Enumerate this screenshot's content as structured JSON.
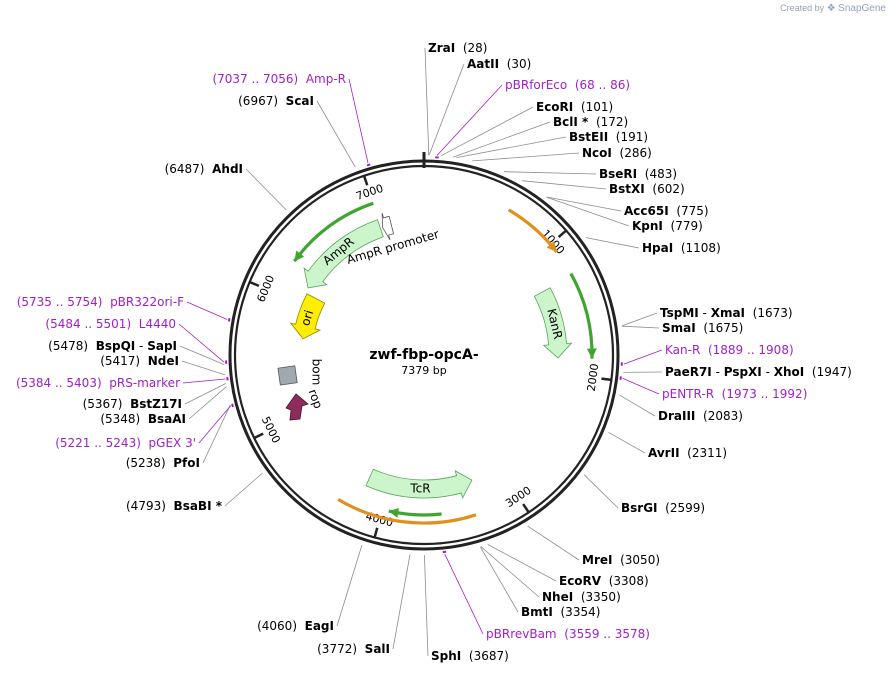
{
  "watermark": {
    "created_by": "Created by",
    "brand": "SnapGene"
  },
  "plasmid": {
    "name": "zwf-fbp-opcA-",
    "length": 7379,
    "length_label": "7379 bp"
  },
  "ticks": [
    {
      "label": "1000",
      "pos": 1000
    },
    {
      "label": "2000",
      "pos": 2000
    },
    {
      "label": "3000",
      "pos": 3000
    },
    {
      "label": "4000",
      "pos": 4000
    },
    {
      "label": "5000",
      "pos": 5000
    },
    {
      "label": "6000",
      "pos": 6000
    },
    {
      "label": "7000",
      "pos": 7000
    }
  ],
  "features": [
    {
      "name": "AmpR",
      "color": "#ccf5cc",
      "stroke": "#5aa35a",
      "start": 6150,
      "end": 6990,
      "direction": "ccw"
    },
    {
      "name": "AmpR promoter",
      "color": "#ffffff",
      "stroke": "#555555",
      "start": 7010,
      "end": 7090,
      "direction": "ccw"
    },
    {
      "name": "ori",
      "color": "#ffee00",
      "stroke": "#8a8a00",
      "start": 5690,
      "end": 6100,
      "direction": "ccw"
    },
    {
      "name": "KanR",
      "color": "#ccf5cc",
      "stroke": "#5aa35a",
      "start": 1270,
      "end": 1870,
      "direction": "cw"
    },
    {
      "name": "TcR",
      "color": "#ccf5cc",
      "stroke": "#5aa35a",
      "start": 3260,
      "end": 4180,
      "direction": "ccw"
    },
    {
      "name": "bom",
      "color": "#a0a8b0",
      "stroke": "#555555"
    },
    {
      "name": "rop",
      "color": "#8c2c5c",
      "stroke": "#4a1030"
    }
  ],
  "orange_arcs": [
    {
      "start": 620,
      "end": 1070,
      "direction": "cw",
      "color": "#e0901c"
    },
    {
      "start": 3320,
      "end": 4320,
      "direction": "none",
      "color": "#e0901c"
    }
  ],
  "green_arcs": [
    {
      "start": 6270,
      "end": 7000,
      "direction": "ccw",
      "color": "#3fa52e"
    },
    {
      "start": 1250,
      "end": 1870,
      "direction": "cw",
      "color": "#3fa52e"
    },
    {
      "start": 3560,
      "end": 3950,
      "direction": "cw",
      "color": "#3fa52e"
    }
  ],
  "sites": [
    {
      "name": "ZraI",
      "pos_label": "(28)",
      "pos": 28,
      "type": "enzyme",
      "side": "right"
    },
    {
      "name": "AatII",
      "pos_label": "(30)",
      "pos": 30,
      "type": "enzyme",
      "side": "right"
    },
    {
      "name": "pBRforEco",
      "pos_label": "(68 .. 86)",
      "pos": 77,
      "type": "primer",
      "side": "right"
    },
    {
      "name": "EcoRI",
      "pos_label": "(101)",
      "pos": 101,
      "type": "enzyme",
      "side": "right"
    },
    {
      "name": "BclI *",
      "pos_label": "(172)",
      "pos": 172,
      "type": "enzyme",
      "side": "right"
    },
    {
      "name": "BstEII",
      "pos_label": "(191)",
      "pos": 191,
      "type": "enzyme",
      "side": "right"
    },
    {
      "name": "NcoI",
      "pos_label": "(286)",
      "pos": 286,
      "type": "enzyme",
      "side": "right"
    },
    {
      "name": "BseRI",
      "pos_label": "(483)",
      "pos": 483,
      "type": "enzyme",
      "side": "right"
    },
    {
      "name": "BstXI",
      "pos_label": "(602)",
      "pos": 602,
      "type": "enzyme",
      "side": "right"
    },
    {
      "name": "Acc65I",
      "pos_label": "(775)",
      "pos": 775,
      "type": "enzyme",
      "side": "right"
    },
    {
      "name": "KpnI",
      "pos_label": "(779)",
      "pos": 779,
      "type": "enzyme",
      "side": "right"
    },
    {
      "name": "HpaI",
      "pos_label": "(1108)",
      "pos": 1108,
      "type": "enzyme",
      "side": "right"
    },
    {
      "name": "TspMI",
      "sep": " - ",
      "name2": "XmaI",
      "pos_label": "(1673)",
      "pos": 1673,
      "type": "enzyme",
      "side": "right"
    },
    {
      "name": "SmaI",
      "pos_label": "(1675)",
      "pos": 1675,
      "type": "enzyme",
      "side": "right"
    },
    {
      "name": "Kan-R",
      "pos_label": "(1889 .. 1908)",
      "pos": 1898,
      "type": "primer",
      "side": "right"
    },
    {
      "name": "PaeR7I",
      "sep": " - ",
      "name2": "PspXI",
      "sep2": " - ",
      "name3": "XhoI",
      "pos_label": "(1947)",
      "pos": 1947,
      "type": "enzyme",
      "side": "right"
    },
    {
      "name": "pENTR-R",
      "pos_label": "(1973 .. 1992)",
      "pos": 1982,
      "type": "primer",
      "side": "right"
    },
    {
      "name": "DraIII",
      "pos_label": "(2083)",
      "pos": 2083,
      "type": "enzyme",
      "side": "right"
    },
    {
      "name": "AvrII",
      "pos_label": "(2311)",
      "pos": 2311,
      "type": "enzyme",
      "side": "right"
    },
    {
      "name": "BsrGI",
      "pos_label": "(2599)",
      "pos": 2599,
      "type": "enzyme",
      "side": "right"
    },
    {
      "name": "MreI",
      "pos_label": "(3050)",
      "pos": 3050,
      "type": "enzyme",
      "side": "right"
    },
    {
      "name": "EcoRV",
      "pos_label": "(3308)",
      "pos": 3308,
      "type": "enzyme",
      "side": "right"
    },
    {
      "name": "NheI",
      "pos_label": "(3350)",
      "pos": 3350,
      "type": "enzyme",
      "side": "right"
    },
    {
      "name": "BmtI",
      "pos_label": "(3354)",
      "pos": 3354,
      "type": "enzyme",
      "side": "right"
    },
    {
      "name": "pBRrevBam",
      "pos_label": "(3559 .. 3578)",
      "pos": 3568,
      "type": "primer",
      "side": "right"
    },
    {
      "name": "SphI",
      "pos_label": "(3687)",
      "pos": 3687,
      "type": "enzyme",
      "side": "right"
    },
    {
      "name": "SalI",
      "pos_label": "(3772)",
      "pos": 3772,
      "type": "enzyme",
      "side": "left"
    },
    {
      "name": "EagI",
      "pos_label": "(4060)",
      "pos": 4060,
      "type": "enzyme",
      "side": "left"
    },
    {
      "name": "BsaBI *",
      "pos_label": "(4793)",
      "pos": 4793,
      "type": "enzyme",
      "side": "left"
    },
    {
      "name": "PfoI",
      "pos_label": "(5238)",
      "pos": 5238,
      "type": "enzyme",
      "side": "left"
    },
    {
      "name": "pGEX 3'",
      "pos_label": "(5221 .. 5243)",
      "pos": 5232,
      "type": "primer",
      "side": "left"
    },
    {
      "name": "BsaAI",
      "pos_label": "(5348)",
      "pos": 5348,
      "type": "enzyme",
      "side": "left"
    },
    {
      "name": "BstZ17I",
      "pos_label": "(5367)",
      "pos": 5367,
      "type": "enzyme",
      "side": "left"
    },
    {
      "name": "pRS-marker",
      "pos_label": "(5384 .. 5403)",
      "pos": 5393,
      "type": "primer",
      "side": "left"
    },
    {
      "name": "NdeI",
      "pos_label": "(5417)",
      "pos": 5417,
      "type": "enzyme",
      "side": "left"
    },
    {
      "name": "BspQI",
      "sep": " - ",
      "name2": "SapI",
      "pos_label": "(5478)",
      "pos": 5478,
      "type": "enzyme",
      "side": "left"
    },
    {
      "name": "L4440",
      "pos_label": "(5484 .. 5501)",
      "pos": 5492,
      "type": "primer",
      "side": "left"
    },
    {
      "name": "pBR322ori-F",
      "pos_label": "(5735 .. 5754)",
      "pos": 5744,
      "type": "primer",
      "side": "left"
    },
    {
      "name": "AhdI",
      "pos_label": "(6487)",
      "pos": 6487,
      "type": "enzyme",
      "side": "left"
    },
    {
      "name": "ScaI",
      "pos_label": "(6967)",
      "pos": 6967,
      "type": "enzyme",
      "side": "left"
    },
    {
      "name": "Amp-R",
      "pos_label": "(7037 .. 7056)",
      "pos": 7046,
      "type": "primer",
      "side": "left"
    }
  ]
}
